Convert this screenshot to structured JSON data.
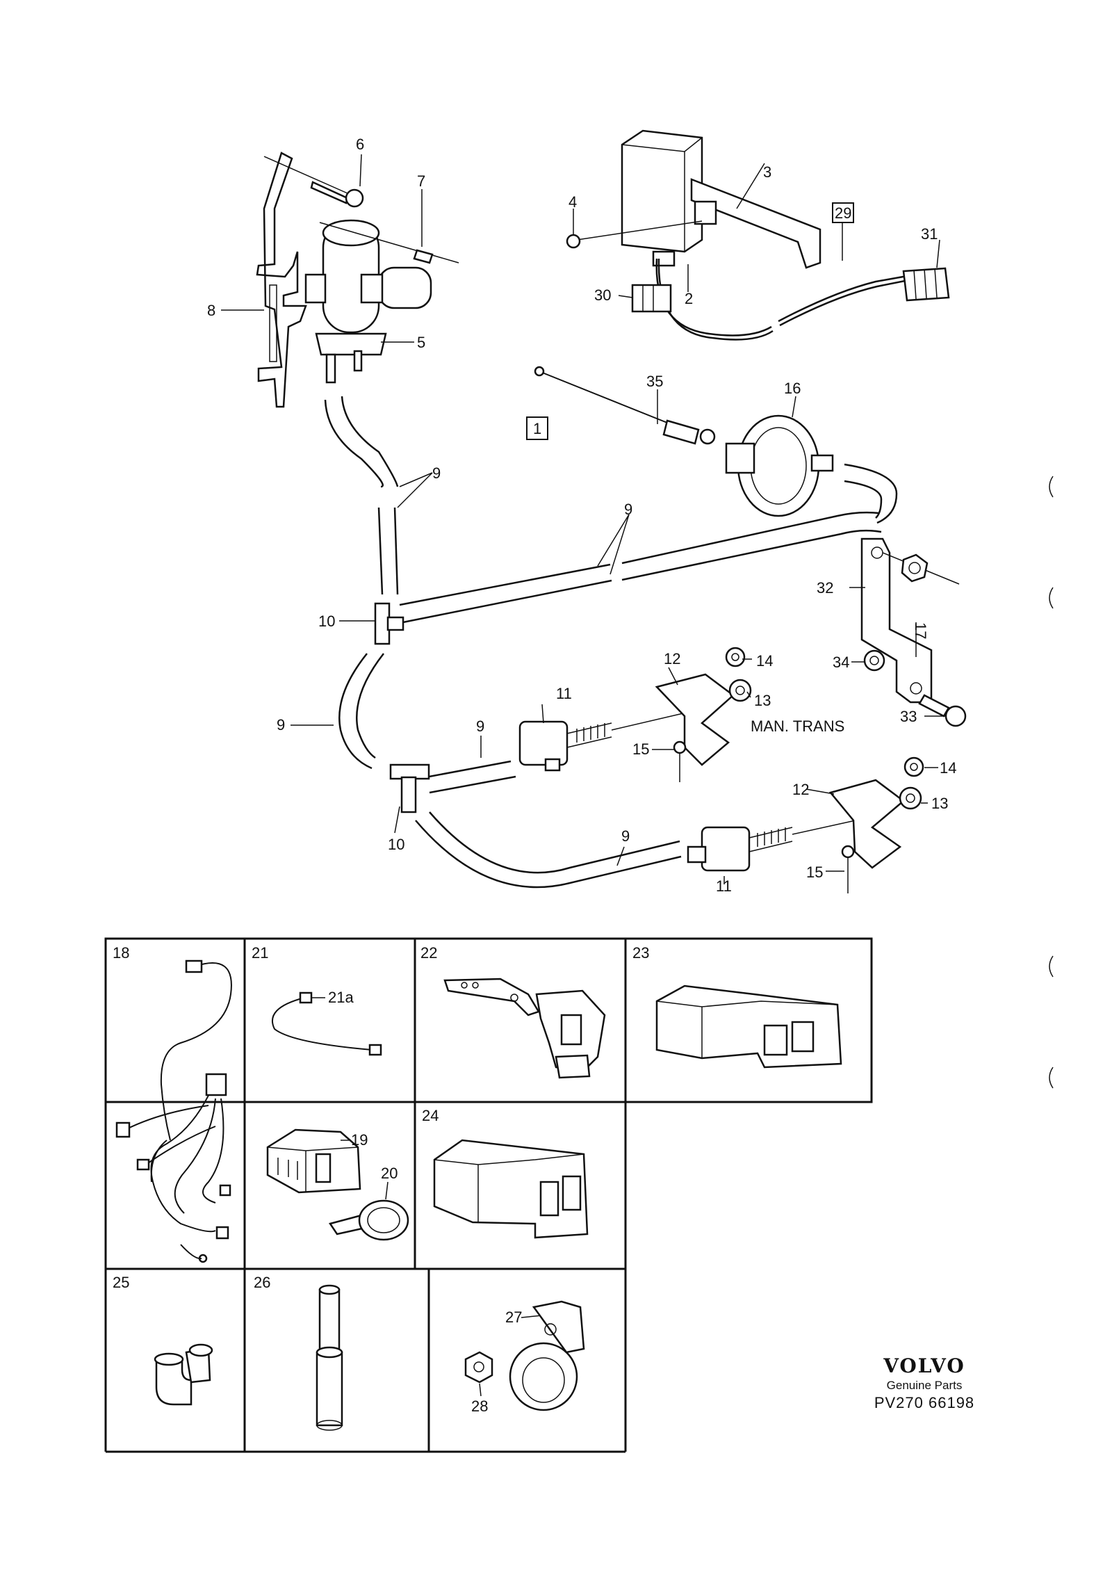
{
  "callouts": {
    "c1": "1",
    "c2": "2",
    "c3": "3",
    "c4": "4",
    "c5": "5",
    "c6": "6",
    "c7": "7",
    "c8": "8",
    "c9": "9",
    "c10": "10",
    "c11": "11",
    "c12": "12",
    "c13": "13",
    "c14": "14",
    "c15": "15",
    "c16": "16",
    "c17": "17",
    "c18": "18",
    "c19": "19",
    "c20": "20",
    "c21": "21",
    "c21a": "21a",
    "c22": "22",
    "c23": "23",
    "c24": "24",
    "c25": "25",
    "c26": "26",
    "c27": "27",
    "c28": "28",
    "c29": "29",
    "c30": "30",
    "c31": "31",
    "c32": "32",
    "c33": "33",
    "c34": "34",
    "c35": "35"
  },
  "note": "MAN. TRANS",
  "brand": {
    "logo": "VOLVO",
    "subtitle": "Genuine Parts",
    "code": "PV270  66198"
  }
}
